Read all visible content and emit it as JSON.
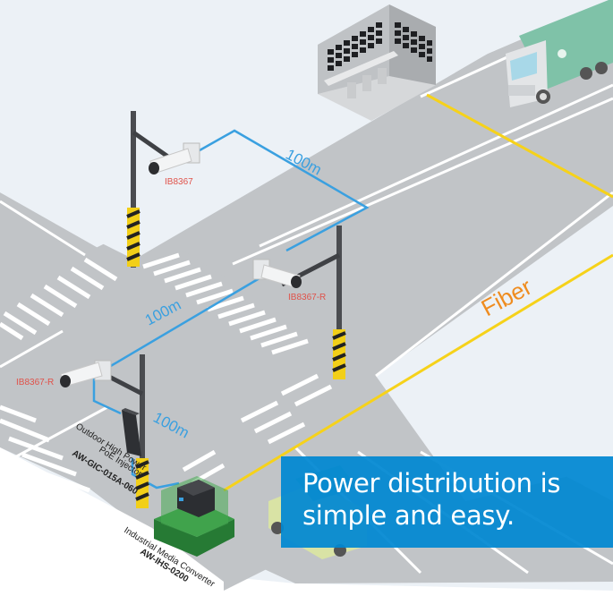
{
  "diagram": {
    "title": "PoE camera deployment at intersection",
    "colors": {
      "sky": "#ecf1f6",
      "road": "#c1c4c7",
      "ethernet_cable": "#3aa0e0",
      "fiber_cable": "#f6d21a",
      "banner": "#0088d2",
      "camera_label": "#e0524a",
      "fiber_label": "#ef8c1f",
      "media_converter_base": "#2f8f3e"
    },
    "cameras": [
      {
        "label": "IB8367",
        "icon": "bullet-camera-icon"
      },
      {
        "label": "IB8367-R",
        "icon": "bullet-camera-icon"
      },
      {
        "label": "IB8367-R",
        "icon": "bullet-camera-icon"
      }
    ],
    "distances": [
      {
        "label": "100m",
        "segment": "camera-1 to camera-2"
      },
      {
        "label": "100m",
        "segment": "camera-2 to camera-3"
      },
      {
        "label": "100m",
        "segment": "camera-3 to injector"
      }
    ],
    "fiber_label": "Fiber",
    "poe_injector": {
      "line1": "Outdoor High Power",
      "line2": "PoE Injector",
      "model": "AW-GIC-015A-060"
    },
    "media_converter": {
      "line1": "Industrial Media Converter",
      "model": "AW-IHS-0200"
    },
    "control_room": {
      "icon": "video-wall-control-room-icon"
    },
    "vehicles": [
      {
        "type": "garbage-truck",
        "icon": "recycle-icon"
      },
      {
        "type": "utility-truck"
      }
    ]
  },
  "banner": {
    "line1": "Power distribution is",
    "line2": "simple and easy."
  }
}
